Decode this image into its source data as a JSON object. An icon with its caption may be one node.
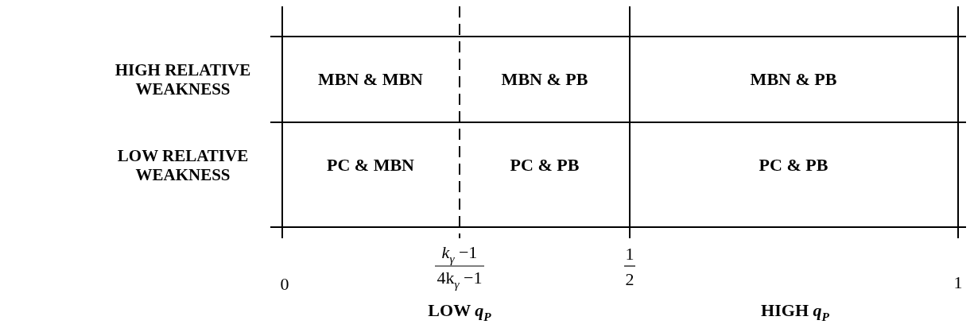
{
  "diagram": {
    "labels": [
      "HIGH RELATIVE WEAKNESS",
      "MBN & MBN",
      "MBN & PB",
      "MBN & PB",
      "LOW RELATIVE WEAKNESS",
      "PC & MBN",
      "PC & PB",
      "PC & PB",
      "0",
      "*k*$_{γ}$ −1",
      "4k$_{γ}$ −1",
      "1",
      "2",
      "1",
      "LOW *q*$_{P}$",
      "HIGH *q*$_{P}$"
    ]
  }
}
